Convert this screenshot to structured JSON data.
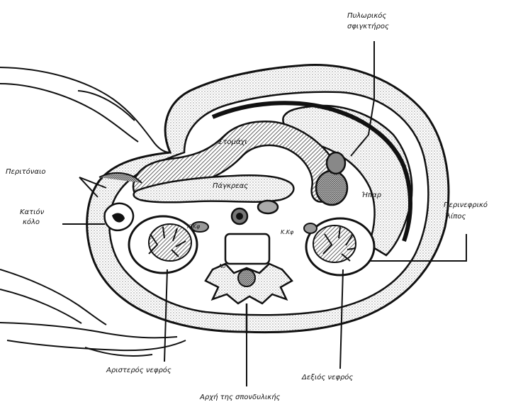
{
  "labels": {
    "pyloric_sphincter_line1": "Πυλωρικός",
    "pyloric_sphincter_line2": "σφιγκτήρος",
    "stomach": "Στομάχι",
    "pancreas": "Πάγκρεας",
    "liver": "Ήπαρ",
    "peritoneum": "Περιτόναιο",
    "descending_colon_line1": "Κατιόν",
    "descending_colon_line2": "κόλο",
    "perirenal_fat_line1": "Περινεφρικό",
    "perirenal_fat_line2": "λίπος",
    "left_kidney": "Αριστερός νεφρός",
    "right_kidney": "Δεξιός νεφρός",
    "spine_root": "Αρχή της σπονδυλικής",
    "aorta": "Ao",
    "vena_cava": "Κ.Κφ",
    "inferior_vena": "Κ.Κφ"
  }
}
